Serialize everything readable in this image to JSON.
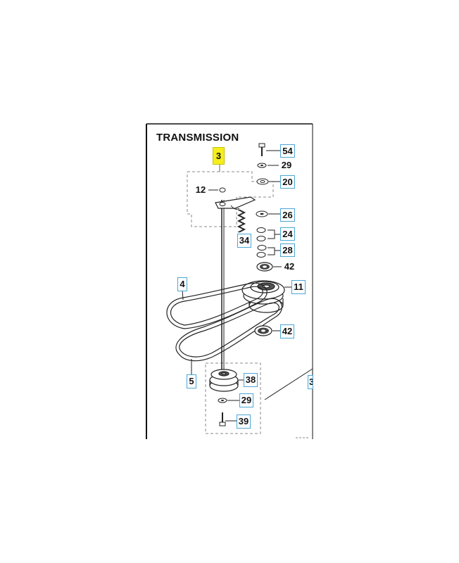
{
  "diagram": {
    "title": "TRANSMISSION",
    "callouts": [
      {
        "id": "c3",
        "label": "3",
        "style": "highlight"
      },
      {
        "id": "c54",
        "label": "54",
        "style": "boxed"
      },
      {
        "id": "c29a",
        "label": "29",
        "style": "plain"
      },
      {
        "id": "c20",
        "label": "20",
        "style": "boxed"
      },
      {
        "id": "c12",
        "label": "12",
        "style": "plain"
      },
      {
        "id": "c26",
        "label": "26",
        "style": "boxed"
      },
      {
        "id": "c24",
        "label": "24",
        "style": "boxed"
      },
      {
        "id": "c34",
        "label": "34",
        "style": "boxed"
      },
      {
        "id": "c28",
        "label": "28",
        "style": "boxed"
      },
      {
        "id": "c42a",
        "label": "42",
        "style": "plain"
      },
      {
        "id": "c4",
        "label": "4",
        "style": "boxed"
      },
      {
        "id": "c11",
        "label": "11",
        "style": "boxed"
      },
      {
        "id": "c42b",
        "label": "42",
        "style": "boxed"
      },
      {
        "id": "c5",
        "label": "5",
        "style": "boxed"
      },
      {
        "id": "c38",
        "label": "38",
        "style": "boxed"
      },
      {
        "id": "c29b",
        "label": "29",
        "style": "boxed"
      },
      {
        "id": "c39",
        "label": "39",
        "style": "boxed"
      },
      {
        "id": "c3b",
        "label": "3",
        "style": "boxed"
      }
    ],
    "colors": {
      "highlight": "#f4ef1c",
      "callout_border": "#4aa6d8",
      "line": "#222222"
    }
  }
}
